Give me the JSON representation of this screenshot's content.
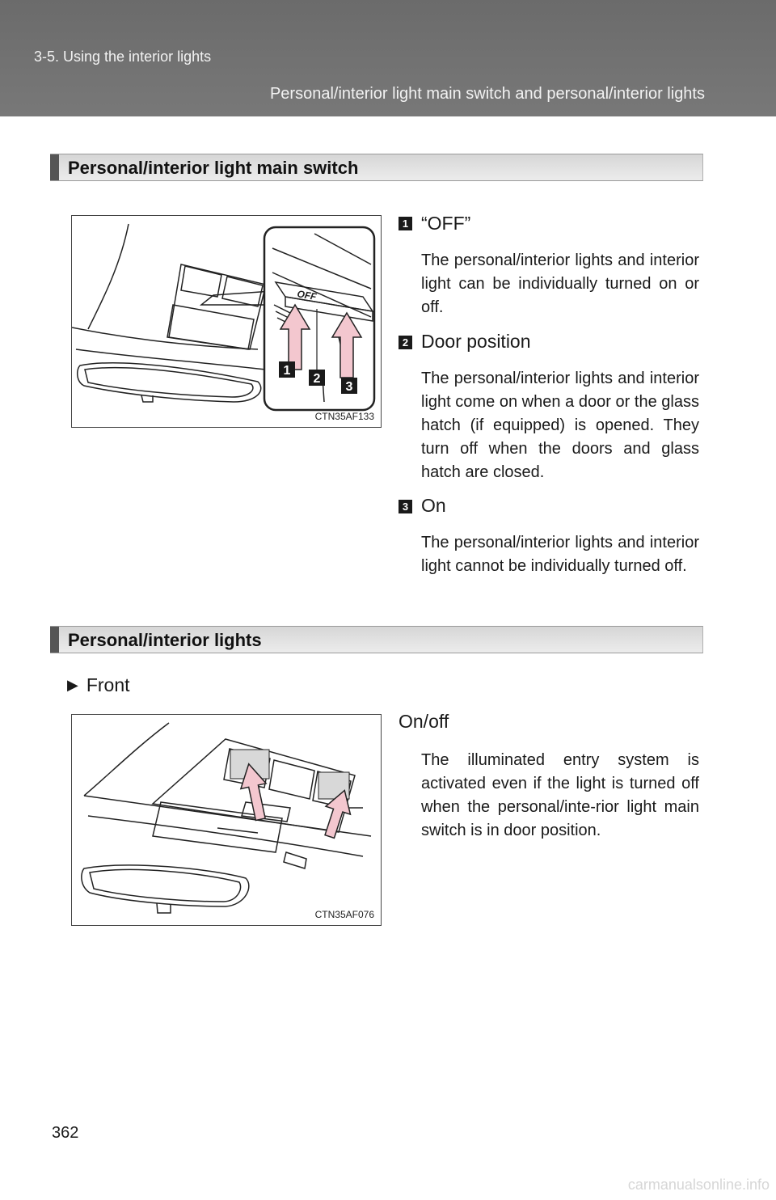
{
  "header": {
    "chapter": "3-5. Using the interior lights",
    "section": "Personal/interior light main switch and personal/interior lights"
  },
  "main_switch": {
    "heading": "Personal/interior light main switch",
    "figure_code": "CTN35AF133",
    "figure_switch_text": "OFF",
    "items": [
      {
        "num": "1",
        "label": "“OFF”",
        "text": "The personal/interior lights and interior light can be individually turned on or off."
      },
      {
        "num": "2",
        "label": "Door position",
        "text": "The personal/interior lights and interior light come on when a door or the glass hatch (if equipped) is opened. They turn off when the doors and glass hatch are closed."
      },
      {
        "num": "3",
        "label": "On",
        "text": "The personal/interior lights and interior light cannot be individually turned off."
      }
    ]
  },
  "lights": {
    "heading": "Personal/interior lights",
    "bullet": "Front",
    "figure_code": "CTN35AF076",
    "item_label": "On/off",
    "item_text": "The illuminated entry system is activated even if the light is turned off when the personal/inte-rior light main switch is in door position."
  },
  "page_number": "362",
  "watermark": "carmanualsonline.info"
}
